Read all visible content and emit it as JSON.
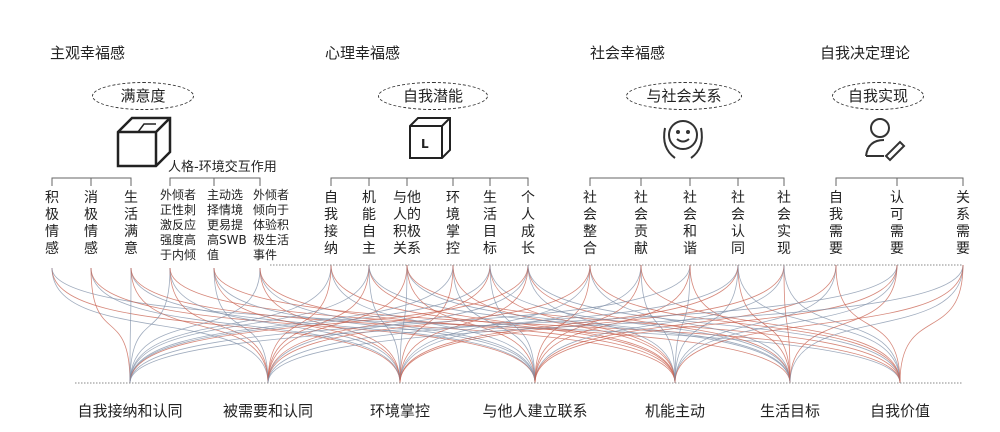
{
  "sections": [
    {
      "title": "主观幸福感",
      "oval": "满意度",
      "icon": "cube-icon"
    },
    {
      "title": "心理幸福感",
      "oval": "自我潜能",
      "icon": "cube-l-icon"
    },
    {
      "title": "社会幸福感",
      "oval": "与社会关系",
      "icon": "hands-face-icon"
    },
    {
      "title": "自我决定理论",
      "oval": "自我实现",
      "icon": "user-edit-icon"
    }
  ],
  "subjective_items": [
    "积极情感",
    "消极情感",
    "生活满意"
  ],
  "interaction": {
    "label": "人格-环境交互作用",
    "items": [
      "外倾者正性刺激反应强度高于内倾",
      "主动选择情境更易提高SWB值",
      "外倾者倾向于体验积极生活事件"
    ]
  },
  "psych_items": [
    "自我接纳",
    "机能自主",
    "与他人的积极关系",
    "环境掌控",
    "生活目标",
    "个人成长"
  ],
  "social_items": [
    "社会整合",
    "社会贡献",
    "社会和谐",
    "社会认同",
    "社会实现"
  ],
  "sdt_items": [
    "自我需要",
    "认可需要",
    "关系需要"
  ],
  "outcomes": [
    "自我接纳和认同",
    "被需要和认同",
    "环境掌控",
    "与他人建立联系",
    "机能主动",
    "生活目标",
    "自我价值"
  ],
  "colors": {
    "red": "#c8604f",
    "blue": "#8090a8"
  }
}
